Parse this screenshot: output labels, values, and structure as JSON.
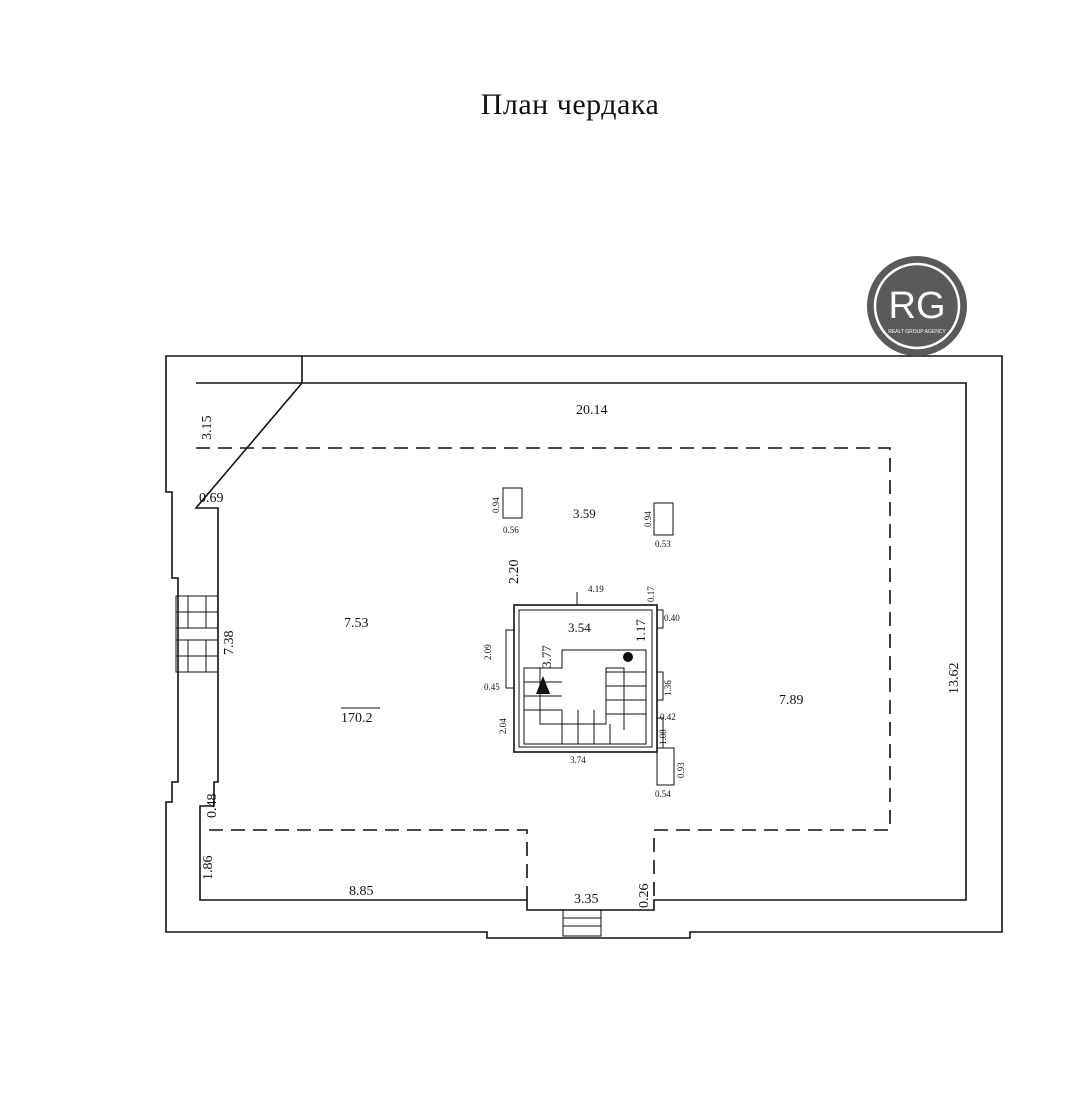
{
  "title": "План чердака",
  "logo": {
    "letters": "RG",
    "subtitle": "REALT GROUP AGENCY",
    "bg_color": "#5a5a5a",
    "ring_color": "#ffffff"
  },
  "dimensions": {
    "top_width": "20.14",
    "right_height": "13.62",
    "left_top_strip": "3.15",
    "left_offset": "0.69",
    "left_wall_length": "7.38",
    "left_lower_offset": "0.48",
    "left_bottom_strip": "1.86",
    "bottom_left_length": "8.85",
    "bottom_entrance_width": "3.35",
    "bottom_entrance_step": "0.26",
    "left_room_width": "7.53",
    "right_room_width": "7.89",
    "area": "170.2",
    "center_top_width": "3.59",
    "center_gap": "2.20",
    "chimney_left_h": "0.94",
    "chimney_left_w": "0.56",
    "chimney_right_h": "0.94",
    "chimney_right_w": "0.53",
    "stair_outer_top": "4.19",
    "stair_offset_top": "0.17",
    "stair_inner_top": "3.54",
    "stair_right_h": "1.17",
    "stair_right_offset": "0.40",
    "stair_left_upper_h": "2.09",
    "stair_inner_h": "3.77",
    "stair_left_offset": "0.45",
    "stair_left_lower_h": "2.04",
    "stair_bottom_w": "3.74",
    "stair_right_mid_h": "1.36",
    "stair_right_mid_offset": "0.42",
    "stair_right_lower_h": "1.08",
    "chimney_bottom_h": "0.93",
    "chimney_bottom_w": "0.54"
  }
}
